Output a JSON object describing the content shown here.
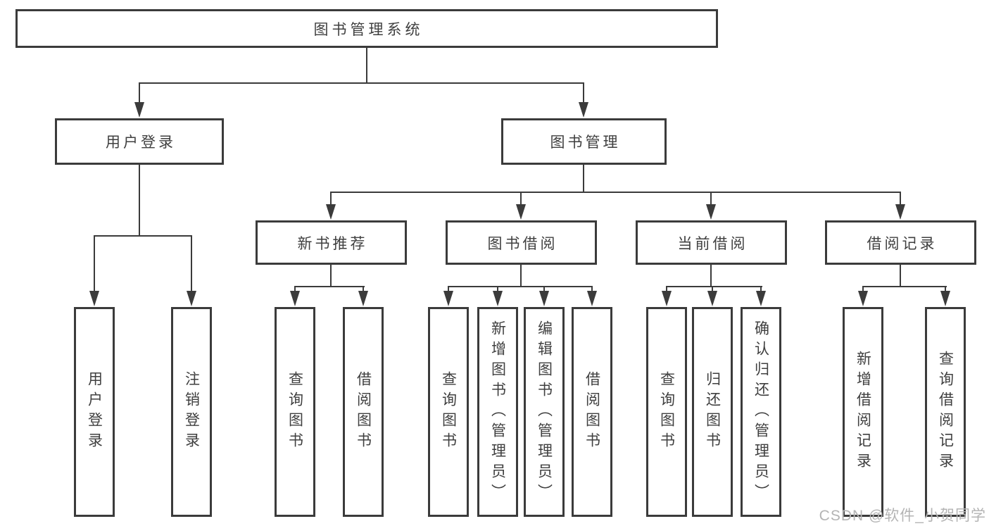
{
  "nodes": {
    "root": "图书管理系统",
    "user_login": "用户登录",
    "book_mgmt": "图书管理",
    "new_books": "新书推荐",
    "book_borrow": "图书借阅",
    "current_borrow": "当前借阅",
    "borrow_records": "借阅记录"
  },
  "leaves": {
    "user_login": [
      "用户登录",
      "注销登录"
    ],
    "new_books": [
      "查询图书",
      "借阅图书"
    ],
    "book_borrow": [
      "查询图书",
      "新增图书（管理员）",
      "编辑图书（管理员）",
      "借阅图书"
    ],
    "current_borrow": [
      "查询图书",
      "归还图书",
      "确认归还（管理员）"
    ],
    "borrow_records": [
      "新增借阅记录",
      "查询借阅记录"
    ]
  },
  "watermark": "CSDN @软件_小贺同学",
  "colors": {
    "line": "#3b3b3b",
    "text": "#3f3f3f",
    "watermark": "#b4b4b4",
    "background": "#ffffff"
  }
}
